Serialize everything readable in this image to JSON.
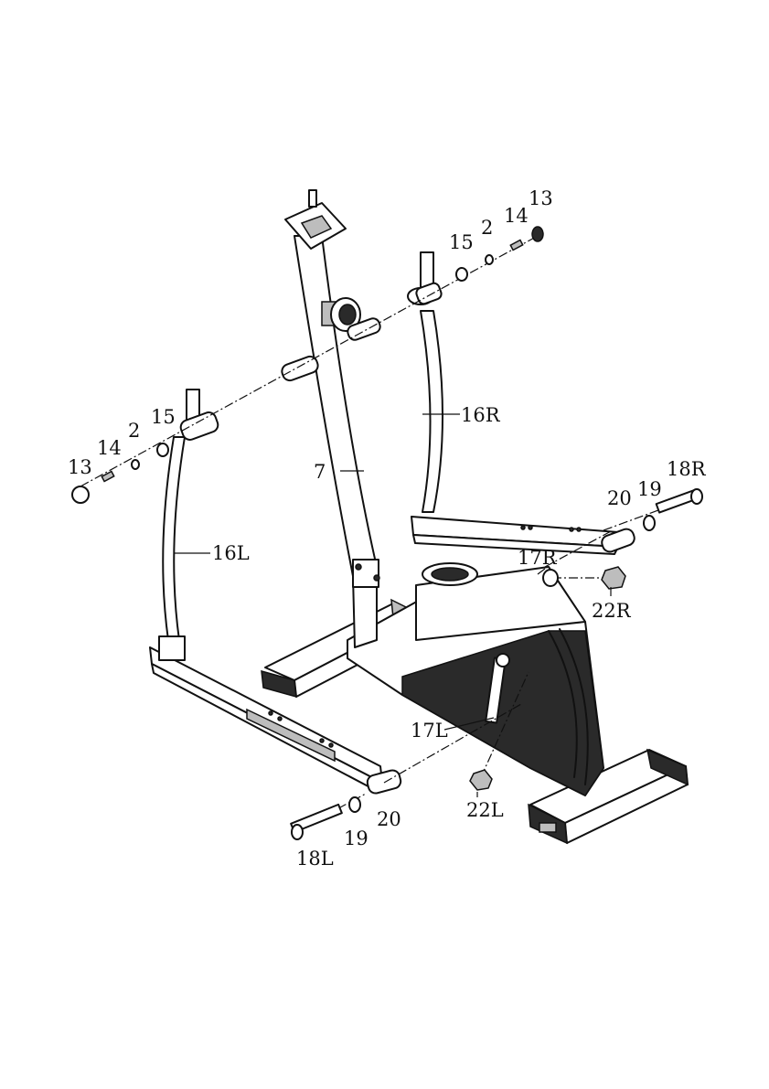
{
  "labels": {
    "l13_right": "13",
    "l14_right": "14",
    "l2_right": "2",
    "l15_right": "15",
    "l16R": "16R",
    "l15_left": "15",
    "l2_left": "2",
    "l14_left": "14",
    "l13_left": "13",
    "l7": "7",
    "l16L": "16L",
    "l20_right": "20",
    "l19_right": "19",
    "l18R": "18R",
    "l17R": "17R",
    "l22R": "22R",
    "l17L": "17L",
    "l22L": "22L",
    "l20_left": "20",
    "l19_left": "19",
    "l18L": "18L"
  }
}
